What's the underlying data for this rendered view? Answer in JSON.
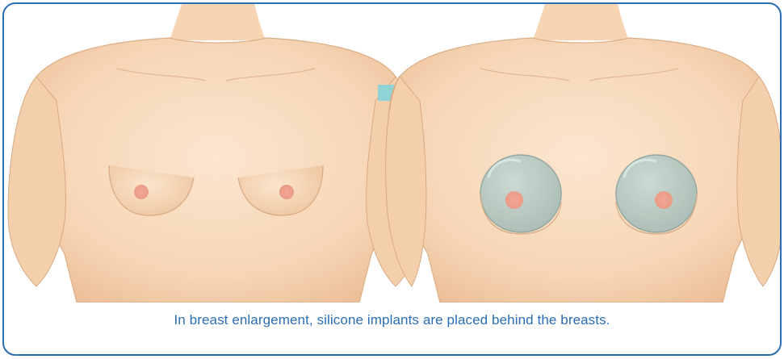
{
  "caption": "In breast enlargement, silicone implants are placed behind the breasts.",
  "colors": {
    "frame_border": "#2a6db5",
    "caption_text": "#2a6db5",
    "skin": "#f8dcc0",
    "skin_shadow": "#e9bf98",
    "nipple": "#ee9e8f",
    "implant": "#b5c8c2",
    "arrow": "#8fd3d6"
  },
  "figures": [
    {
      "state": "before",
      "implants_visible": false
    },
    {
      "state": "after",
      "implants_visible": true
    }
  ],
  "arrow": {
    "direction": "right",
    "icon": "arrow-right-icon"
  }
}
